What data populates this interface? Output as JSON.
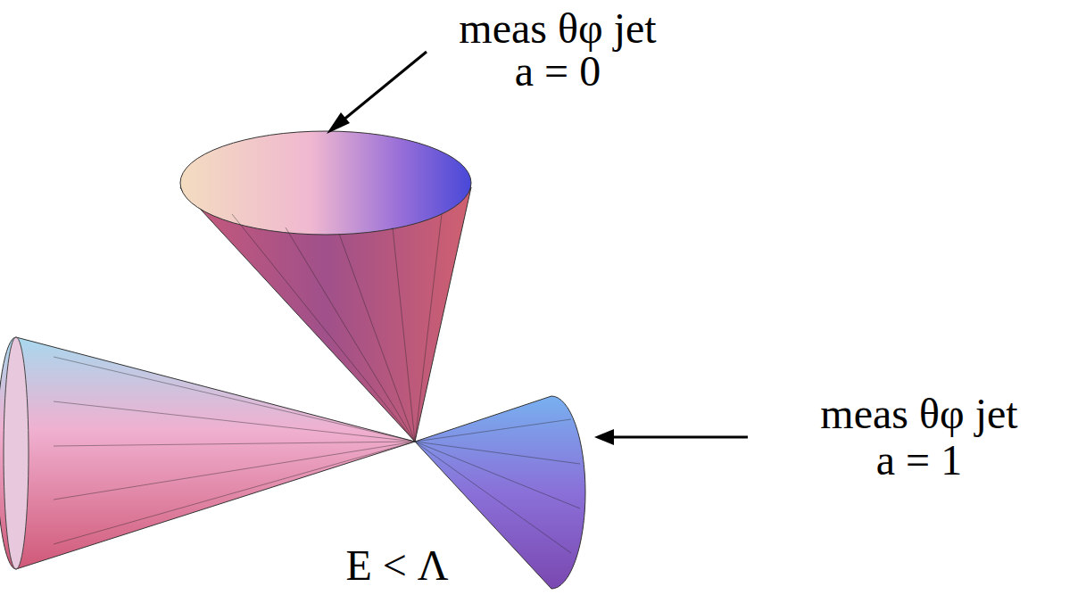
{
  "diagram": {
    "labels": [
      "meas θφ jet",
      "a = 0",
      "meas θφ jet",
      "a = 1",
      "E < Λ"
    ]
  }
}
